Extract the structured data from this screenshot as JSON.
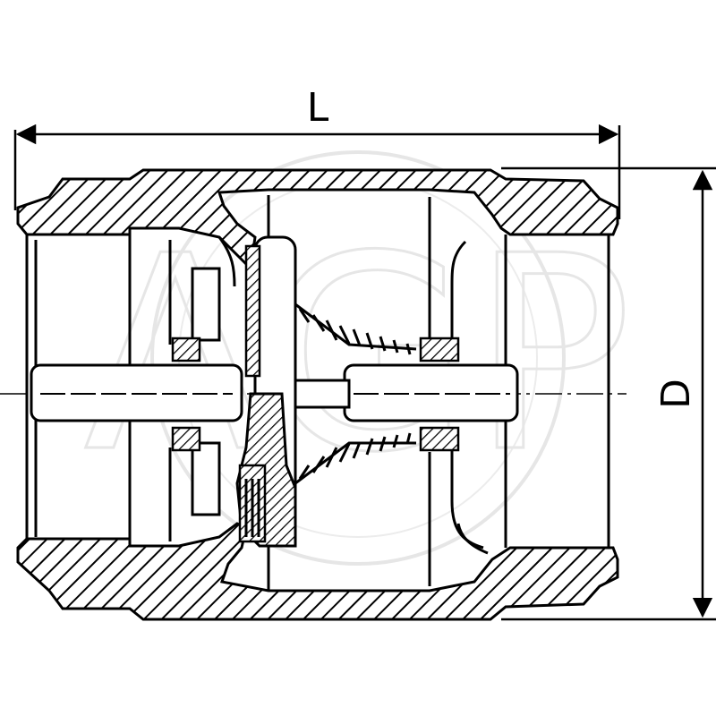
{
  "dimensions": {
    "length_label": "L",
    "diameter_label": "D"
  },
  "watermark": {
    "text": "AGP"
  },
  "colors": {
    "ink": "#000000",
    "paper": "#ffffff",
    "watermark": "#e6e6e6"
  }
}
